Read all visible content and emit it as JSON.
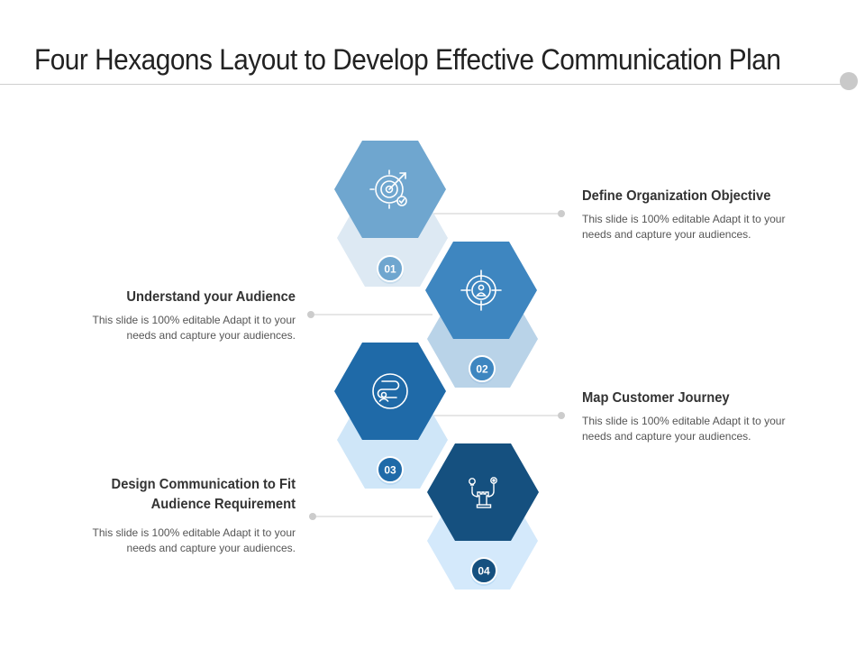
{
  "title": "Four Hexagons Layout to Develop Effective Communication Plan",
  "colors": {
    "hex1": "#6fa6cf",
    "hex2": "#3e86c0",
    "hex3": "#1f6aa8",
    "hex4": "#15507f",
    "back1": "#dde9f3",
    "back2": "#b9d3e8",
    "back3": "#cfe6f8",
    "back4": "#d4e9fb",
    "connector": "#cccccc"
  },
  "steps": [
    {
      "number": "01",
      "heading": "Define Organization Objective",
      "body": "This slide is 100% editable Adapt it to your needs and capture your audiences.",
      "icon": "target-arrow-icon"
    },
    {
      "number": "02",
      "heading": "Understand your Audience",
      "body": "This slide is 100% editable Adapt it to your needs and capture your audiences.",
      "icon": "crosshair-person-icon"
    },
    {
      "number": "03",
      "heading": "Map Customer Journey",
      "body": "This slide is 100% editable Adapt it to your needs and capture your audiences.",
      "icon": "journey-path-icon"
    },
    {
      "number": "04",
      "heading": "Design Communication to Fit Audience Requirement",
      "body": "This slide is 100% editable Adapt it to your needs and capture your audiences.",
      "icon": "chess-strategy-icon"
    }
  ]
}
